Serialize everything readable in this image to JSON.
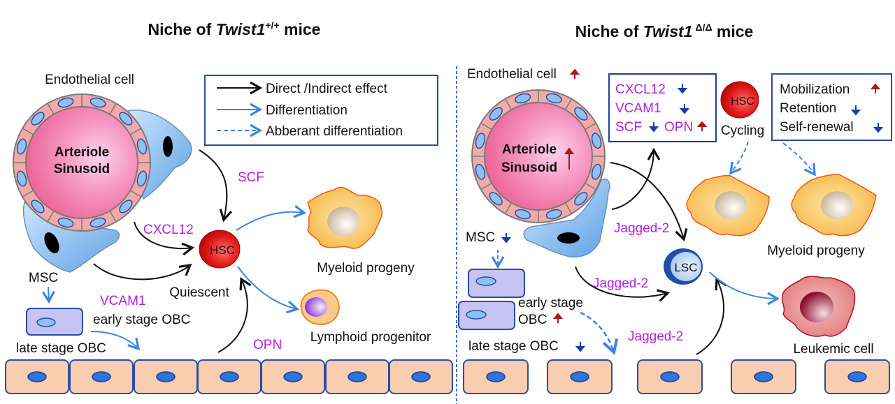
{
  "left_panel": {
    "title_prefix": "Niche of ",
    "title_gene": "Twist1",
    "title_sup": "+/+",
    "title_suffix": " mice",
    "endothelial_label": "Endothelial cell",
    "vessel_label_line1": "Arteriole",
    "vessel_label_line2": "Sinusoid",
    "legend": {
      "items": [
        {
          "label": "Direct /Indirect effect",
          "style": "solid-black"
        },
        {
          "label": "Differentiation",
          "style": "solid-blue"
        },
        {
          "label": "Abberant differentiation",
          "style": "dashed-blue"
        }
      ]
    },
    "signals": {
      "scf": "SCF",
      "cxcl12": "CXCL12",
      "vcam1": "VCAM1",
      "opn": "OPN"
    },
    "hsc_label": "HSC",
    "hsc_state": "Quiescent",
    "msc_label": "MSC",
    "early_obc_label": "early stage OBC",
    "late_obc_label": "late stage OBC",
    "myeloid_label": "Myeloid progeny",
    "lymphoid_label": "Lymphoid progenitor"
  },
  "right_panel": {
    "title_prefix": "Niche of ",
    "title_gene": "Twist1",
    "title_sup": "Δ/Δ",
    "title_suffix": " mice",
    "endothelial_label": "Endothelial cell",
    "endothelial_change": "up",
    "vessel_label_line1": "Arteriole",
    "vessel_label_line2": "Sinusoid",
    "vessel_change": "up",
    "factor_box": [
      {
        "label": "CXCL12",
        "change": "down"
      },
      {
        "label": "VCAM1",
        "change": "down"
      },
      {
        "label": "SCF",
        "change": "down"
      },
      {
        "label": "OPN",
        "change": "up"
      }
    ],
    "hsc_label": "HSC",
    "hsc_state": "Cycling",
    "hsc_box": [
      {
        "label": "Mobilization",
        "change": "up"
      },
      {
        "label": "Retention",
        "change": "down"
      },
      {
        "label": "Self-renewal",
        "change": "down"
      }
    ],
    "jagged_labels": [
      "Jagged-2",
      "Jagged-2",
      "Jagged-2"
    ],
    "lsc_label": "LSC",
    "msc_label": "MSC",
    "msc_change": "down",
    "early_obc_label_line1": "early stage",
    "early_obc_label_line2": "OBC",
    "early_obc_change": "up",
    "late_obc_label": "late stage OBC",
    "late_obc_change": "down",
    "myeloid_label": "Myeloid progeny",
    "leukemic_label": "Leukemic cell"
  },
  "colors": {
    "signal_magenta": "#b41ee0",
    "arrow_up": "#b01818",
    "arrow_down": "#1a3ea8",
    "diff_blue": "#3a86e0",
    "box_border": "#1f3f9a"
  }
}
